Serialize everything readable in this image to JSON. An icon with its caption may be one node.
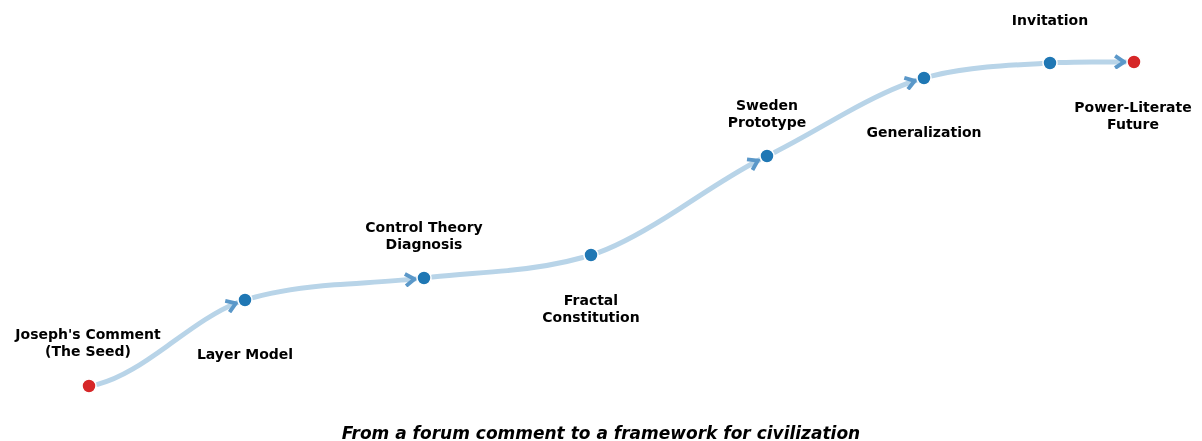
{
  "diagram": {
    "caption": "From a forum comment to a framework for civilization",
    "nodes": [
      {
        "text": [],
        "shape": "circle",
        "beside": [
          "Joseph's Comment (The Seed)"
        ]
      },
      {
        "text": [],
        "shape": "circle",
        "beside": [
          "Layer Model"
        ]
      },
      {
        "text": [],
        "shape": "circle",
        "beside": [
          "Control Theory Diagnosis"
        ]
      },
      {
        "text": [],
        "shape": "circle",
        "beside": [
          "Fractal Constitution"
        ]
      },
      {
        "text": [],
        "shape": "circle",
        "beside": [
          "Sweden Prototype"
        ]
      },
      {
        "text": [],
        "shape": "circle",
        "beside": [
          "Generalization"
        ]
      },
      {
        "text": [],
        "shape": "circle",
        "beside": [
          "Invitation"
        ]
      },
      {
        "text": [],
        "shape": "circle",
        "beside": [
          "Power-Literate Future"
        ]
      }
    ],
    "edges": [
      {
        "from": 0,
        "to": 1,
        "arrow": "to"
      },
      {
        "from": 1,
        "to": 2,
        "arrow": "to"
      },
      {
        "from": 2,
        "to": 3,
        "arrow": "none"
      },
      {
        "from": 3,
        "to": 4,
        "arrow": "to"
      },
      {
        "from": 4,
        "to": 5,
        "arrow": "to"
      },
      {
        "from": 5,
        "to": 6,
        "arrow": "none"
      },
      {
        "from": 6,
        "to": 7,
        "arrow": "to"
      }
    ]
  }
}
